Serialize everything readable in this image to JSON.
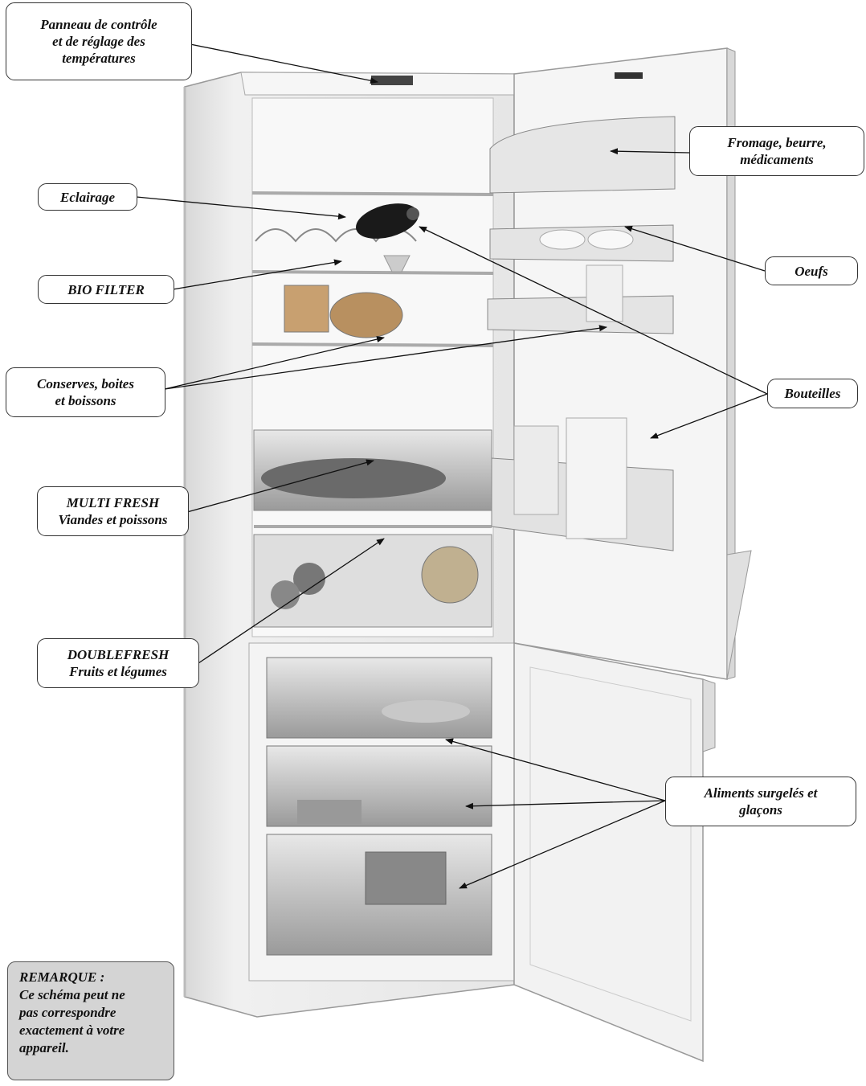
{
  "labels": {
    "panneau": {
      "line1": "Panneau de contrôle",
      "line2": "et de réglage des",
      "line3": "températures"
    },
    "eclairage": {
      "line1": "Eclairage"
    },
    "bio_filter": {
      "line1": "BIO FILTER"
    },
    "conserves": {
      "line1": "Conserves, boites",
      "line2": "et boissons"
    },
    "multi_fresh": {
      "line1": "MULTI FRESH",
      "line2": "Viandes et poissons"
    },
    "doublefresh": {
      "line1": "DOUBLEFRESH",
      "line2": "Fruits et légumes"
    },
    "fromage": {
      "line1": "Fromage, beurre,",
      "line2": "médicaments"
    },
    "oeufs": {
      "line1": "Oeufs"
    },
    "bouteilles": {
      "line1": "Bouteilles"
    },
    "surgeles": {
      "line1": "Aliments surgelés et",
      "line2": "glaçons"
    }
  },
  "note": {
    "line1": "REMARQUE :",
    "line2": "Ce schéma peut ne",
    "line3": "pas correspondre",
    "line4": "exactement à votre",
    "line5": "appareil."
  },
  "colors": {
    "outline": "#333333",
    "note_bg": "#d4d4d4",
    "appliance": "#f2f2f2"
  }
}
